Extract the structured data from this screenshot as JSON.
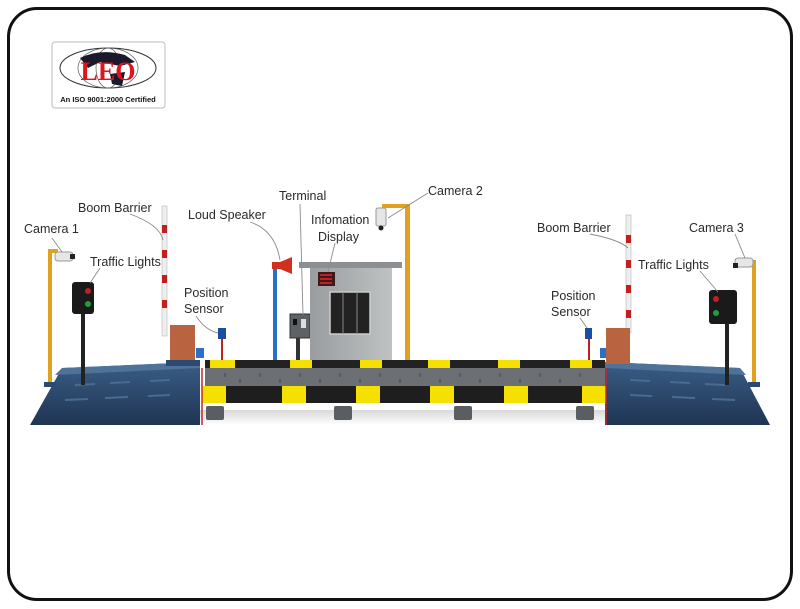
{
  "logo": {
    "brand": "LEO",
    "tagline": "An ISO 9001:2000 Certified"
  },
  "labels": {
    "camera1": "Camera 1",
    "boom_barrier_left": "Boom Barrier",
    "traffic_lights_left": "Traffic Lights",
    "loud_speaker": "Loud Speaker",
    "terminal": "Terminal",
    "info_display_line1": "Infomation",
    "info_display_line2": "Display",
    "camera2": "Camera 2",
    "position_sensor_left_line1": "Position",
    "position_sensor_left_line2": "Sensor",
    "boom_barrier_right": "Boom Barrier",
    "camera3": "Camera 3",
    "traffic_lights_right": "Traffic Lights",
    "position_sensor_right_line1": "Position",
    "position_sensor_right_line2": "Sensor"
  },
  "colors": {
    "ramp": "#2c4a6e",
    "pole_orange": "#e0a020",
    "stripe_yellow": "#f5e000",
    "logo_red": "#e0141e"
  }
}
